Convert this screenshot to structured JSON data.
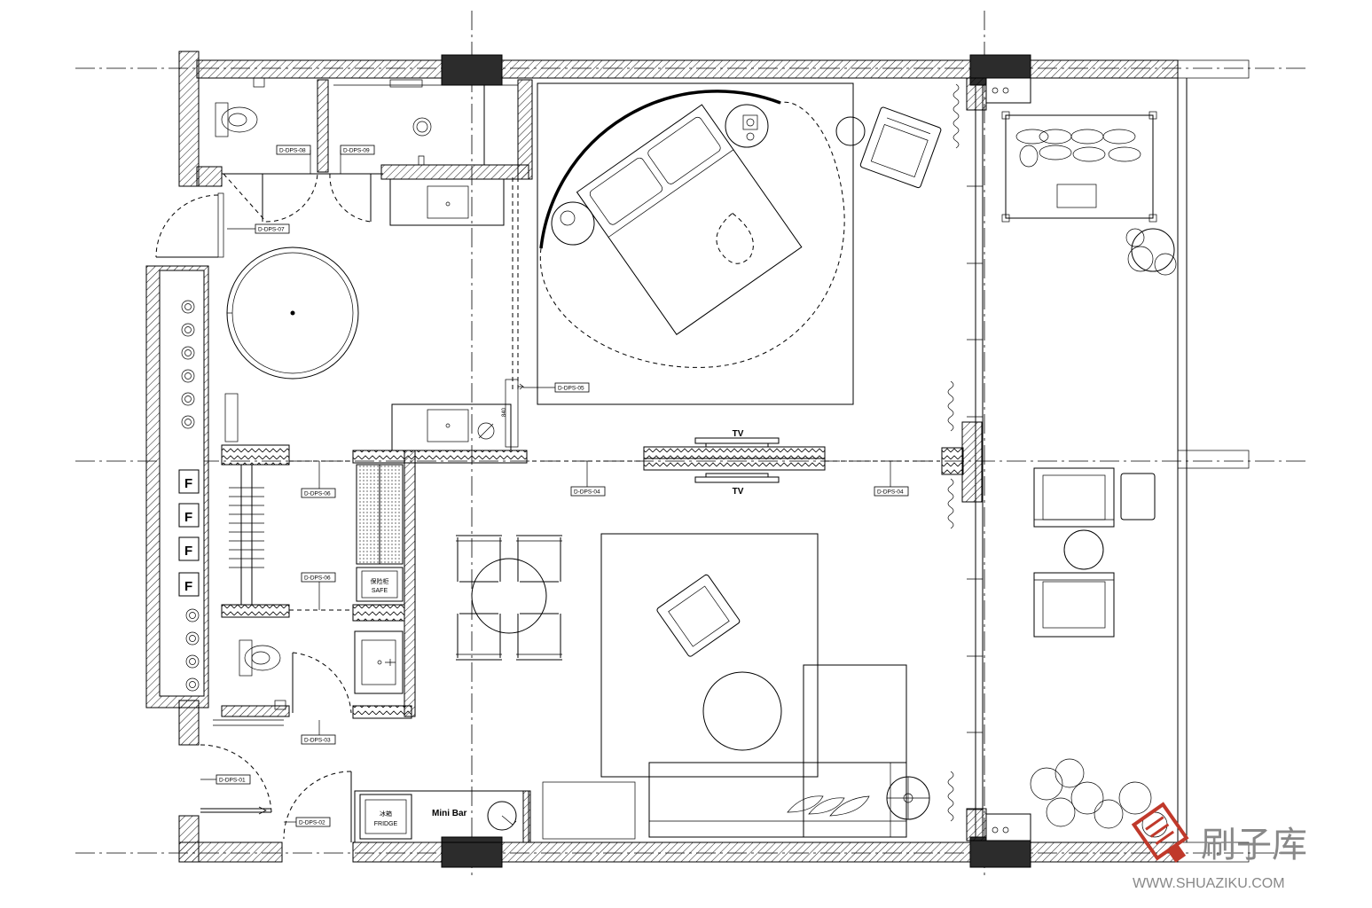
{
  "labels": {
    "tv_top": "TV",
    "tv_bottom": "TV",
    "mini_bar": "Mini Bar",
    "fridge_cn": "冰箱",
    "fridge_en": "FRIDGE",
    "safe_cn": "保险柜",
    "safe_en": "SAFE",
    "dim_840": "840",
    "wardrobe_f": "F"
  },
  "tags": {
    "dps01": "D-DPS-01",
    "dps02": "D-DPS-02",
    "dps03": "D-DPS-03",
    "dps04a": "D-DPS-04",
    "dps04b": "D-DPS-04",
    "dps05": "D-DPS-05",
    "dps06a": "D-DPS-06",
    "dps06b": "D-DPS-06",
    "dps07": "D-DPS-07",
    "dps08": "D-DPS-08",
    "dps09": "D-DPS-09"
  },
  "watermark": {
    "brand": "刷子库",
    "url": "WWW.SHUAZIKU.COM"
  }
}
